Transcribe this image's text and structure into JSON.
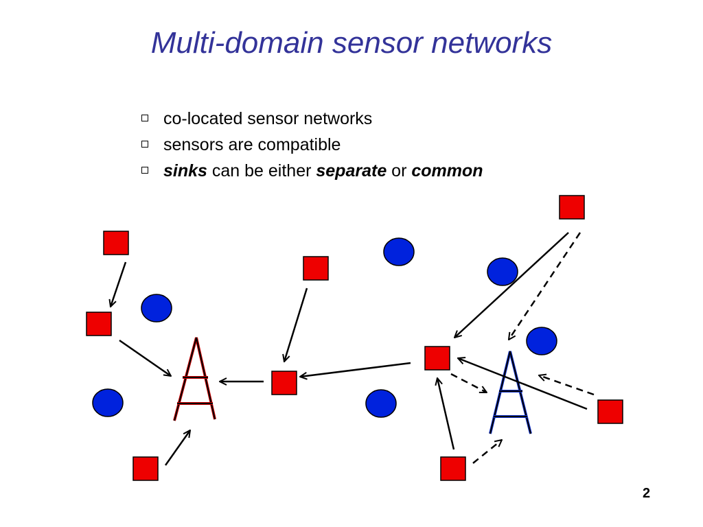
{
  "slide": {
    "title": "Multi-domain sensor networks",
    "bullets": [
      {
        "parts": [
          {
            "text": "co-located sensor networks",
            "style": "normal"
          }
        ]
      },
      {
        "parts": [
          {
            "text": "sensors are compatible",
            "style": "normal"
          }
        ]
      },
      {
        "parts": [
          {
            "text": "sinks",
            "style": "bold-italic"
          },
          {
            "text": " can be either ",
            "style": "normal"
          },
          {
            "text": "separate",
            "style": "bold-italic"
          },
          {
            "text": " or ",
            "style": "normal"
          },
          {
            "text": "common",
            "style": "bold-italic"
          }
        ]
      }
    ],
    "number": "2"
  },
  "legend_colors": {
    "sensor_square": "#ee0000",
    "sensor_circle": "#0022dd",
    "title_color": "#333399"
  },
  "icons": {
    "square_sensor": "red-square-sensor-icon",
    "circle_sensor": "blue-circle-sensor-icon",
    "sink": "sink-tower-icon"
  }
}
